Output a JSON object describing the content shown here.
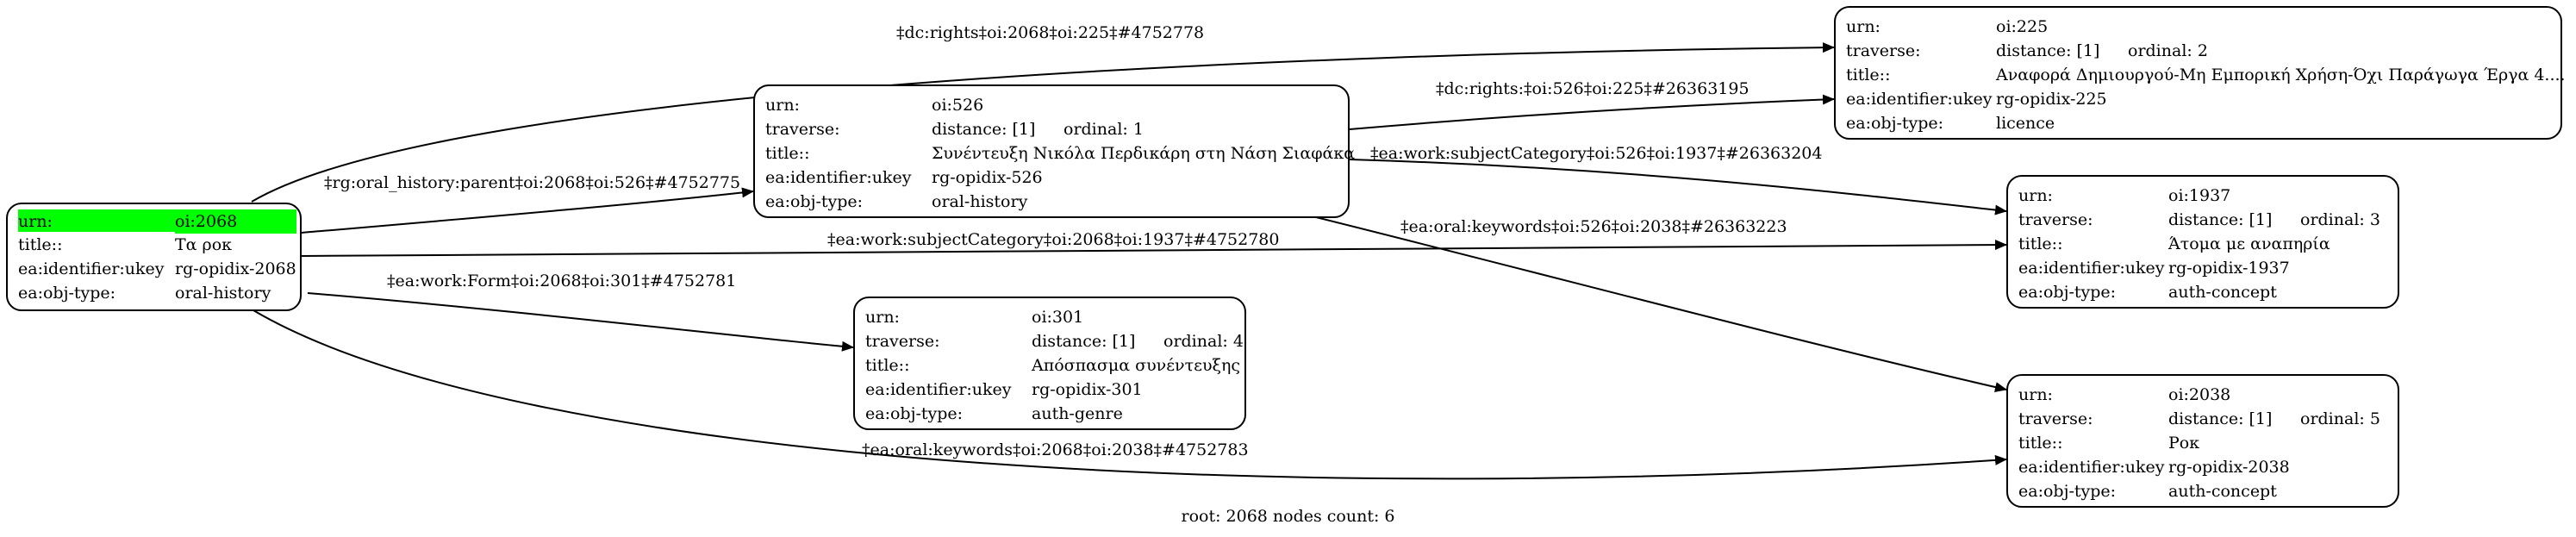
{
  "nodes": {
    "n2068": {
      "rows": [
        {
          "key": "urn:",
          "value": "oi:2068"
        },
        {
          "key": "title::",
          "value": "Τα ροκ"
        },
        {
          "key": "ea:identifier:ukey",
          "value": "rg-opidix-2068"
        },
        {
          "key": "ea:obj-type:",
          "value": "oral-history"
        }
      ]
    },
    "n526": {
      "rows": [
        {
          "key": "urn:",
          "value": "oi:526"
        },
        {
          "key": "traverse:",
          "value": "distance: [1]",
          "extra": "ordinal: 1"
        },
        {
          "key": "title::",
          "value": "Συνέντευξη Νικόλα Περδικάρη στη Νάση Σιαφάκα"
        },
        {
          "key": "ea:identifier:ukey",
          "value": "rg-opidix-526"
        },
        {
          "key": "ea:obj-type:",
          "value": "oral-history"
        }
      ]
    },
    "n301": {
      "rows": [
        {
          "key": "urn:",
          "value": "oi:301"
        },
        {
          "key": "traverse:",
          "value": "distance: [1]",
          "extra": "ordinal: 4"
        },
        {
          "key": "title::",
          "value": "Απόσπασμα συνέντευξης"
        },
        {
          "key": "ea:identifier:ukey",
          "value": "rg-opidix-301"
        },
        {
          "key": "ea:obj-type:",
          "value": "auth-genre"
        }
      ]
    },
    "n225": {
      "rows": [
        {
          "key": "urn:",
          "value": "oi:225"
        },
        {
          "key": "traverse:",
          "value": "distance: [1]",
          "extra": "ordinal: 2"
        },
        {
          "key": "title::",
          "value": "Αναφορά Δημιουργού-Μη Εμπορική Χρήση-Όχι Παράγωγα Έργα 4...."
        },
        {
          "key": "ea:identifier:ukey",
          "value": "rg-opidix-225"
        },
        {
          "key": "ea:obj-type:",
          "value": "licence"
        }
      ]
    },
    "n1937": {
      "rows": [
        {
          "key": "urn:",
          "value": "oi:1937"
        },
        {
          "key": "traverse:",
          "value": "distance: [1]",
          "extra": "ordinal: 3"
        },
        {
          "key": "title::",
          "value": "Άτομα με αναπηρία"
        },
        {
          "key": "ea:identifier:ukey",
          "value": "rg-opidix-1937"
        },
        {
          "key": "ea:obj-type:",
          "value": "auth-concept"
        }
      ]
    },
    "n2038": {
      "rows": [
        {
          "key": "urn:",
          "value": "oi:2038"
        },
        {
          "key": "traverse:",
          "value": "distance: [1]",
          "extra": "ordinal: 5"
        },
        {
          "key": "title::",
          "value": "Ροκ"
        },
        {
          "key": "ea:identifier:ukey",
          "value": "rg-opidix-2038"
        },
        {
          "key": "ea:obj-type:",
          "value": "auth-concept"
        }
      ]
    }
  },
  "edges": [
    {
      "from": "n2068",
      "to": "n225",
      "label": "‡dc:rights‡oi:2068‡oi:225‡#4752778"
    },
    {
      "from": "n2068",
      "to": "n526",
      "label": "‡rg:oral_history:parent‡oi:2068‡oi:526‡#4752775"
    },
    {
      "from": "n2068",
      "to": "n1937",
      "label": "‡ea:work:subjectCategory‡oi:2068‡oi:1937‡#4752780"
    },
    {
      "from": "n2068",
      "to": "n301",
      "label": "‡ea:work:Form‡oi:2068‡oi:301‡#4752781"
    },
    {
      "from": "n2068",
      "to": "n2038",
      "label": "‡ea:oral:keywords‡oi:2068‡oi:2038‡#4752783"
    },
    {
      "from": "n526",
      "to": "n225",
      "label": "‡dc:rights:‡oi:526‡oi:225‡#26363195"
    },
    {
      "from": "n526",
      "to": "n1937",
      "label": "‡ea:work:subjectCategory‡oi:526‡oi:1937‡#26363204"
    },
    {
      "from": "n526",
      "to": "n2038",
      "label": "‡ea:oral:keywords‡oi:526‡oi:2038‡#26363223"
    }
  ],
  "footer": "root: 2068 nodes count: 6"
}
